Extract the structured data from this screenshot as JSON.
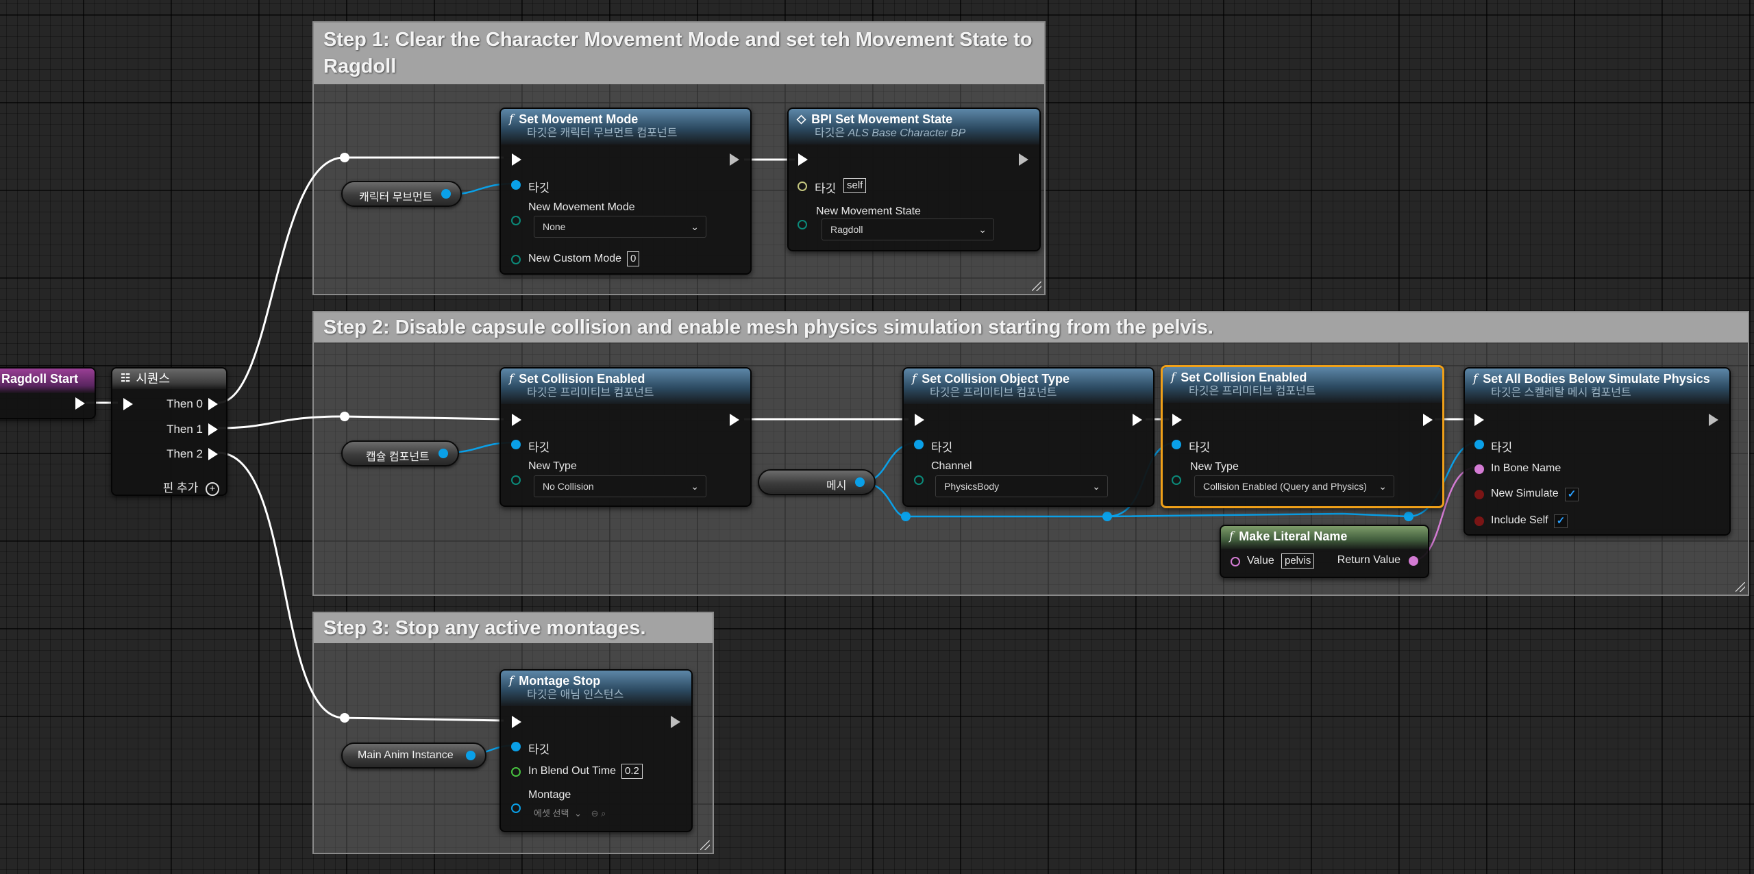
{
  "comments": {
    "step1": "Step 1: Clear the Character Movement Mode and set teh Movement State to Ragdoll",
    "step2": "Step 2: Disable capsule collision and enable mesh physics simulation starting from the pelvis.",
    "step3": "Step 3: Stop any active montages."
  },
  "event_node": {
    "title": "Ragdoll Start",
    "color": "#9a3f95"
  },
  "sequence": {
    "title": "시퀀스",
    "then0": "Then 0",
    "then1": "Then 1",
    "then2": "Then 2",
    "add_pin": "핀 추가"
  },
  "getters": {
    "char_movement": "캐릭터 무브먼트",
    "capsule": "캡슐 컴포넌트",
    "mesh": "메시",
    "anim_instance": "Main Anim Instance"
  },
  "set_movement_mode": {
    "title": "Set Movement Mode",
    "subtitle": "타깃은 캐릭터 무브먼트 컴포넌트",
    "target": "타깃",
    "mode_label": "New Movement Mode",
    "mode_value": "None",
    "custom_label": "New Custom Mode",
    "custom_value": "0"
  },
  "bpi_set_state": {
    "title": "BPI Set Movement State",
    "subtitle_prefix": "타깃은",
    "subtitle_target": "ALS Base Character BP",
    "target": "타깃",
    "target_value": "self",
    "state_label": "New Movement State",
    "state_value": "Ragdoll"
  },
  "set_collision_1": {
    "title": "Set Collision Enabled",
    "subtitle": "타깃은 프리미티브 컴포넌트",
    "target": "타깃",
    "type_label": "New Type",
    "type_value": "No Collision"
  },
  "set_collision_object_type": {
    "title": "Set Collision Object Type",
    "subtitle": "타깃은 프리미티브 컴포넌트",
    "target": "타깃",
    "channel_label": "Channel",
    "channel_value": "PhysicsBody"
  },
  "set_collision_2": {
    "title": "Set Collision Enabled",
    "subtitle": "타깃은 프리미티브 컴포넌트",
    "target": "타깃",
    "type_label": "New Type",
    "type_value": "Collision Enabled (Query and Physics)"
  },
  "set_all_bodies": {
    "title": "Set All Bodies Below Simulate Physics",
    "subtitle": "타깃은 스켈레탈 메시 컴포넌트",
    "target": "타깃",
    "bone_label": "In Bone Name",
    "simulate_label": "New Simulate",
    "include_label": "Include Self",
    "check": "✓"
  },
  "make_literal_name": {
    "title": "Make Literal Name",
    "value_label": "Value",
    "value": "pelvis",
    "return_label": "Return Value"
  },
  "montage_stop": {
    "title": "Montage Stop",
    "subtitle": "타깃은 애님 인스턴스",
    "target": "타깃",
    "blend_label": "In Blend Out Time",
    "blend_value": "0.2",
    "montage_label": "Montage",
    "asset_value": "에셋 선택"
  },
  "icons": {
    "function": "function-icon",
    "interface": "interface-message-icon",
    "sequence": "sequence-icon",
    "add": "add-pin-icon"
  },
  "colors": {
    "exec": "#ffffff",
    "object": "#0aa0e8",
    "name": "#d37bd3",
    "bool": "#7a1515",
    "float": "#48c240",
    "enum": "#0b8a7a",
    "selected": "#f0a018"
  }
}
